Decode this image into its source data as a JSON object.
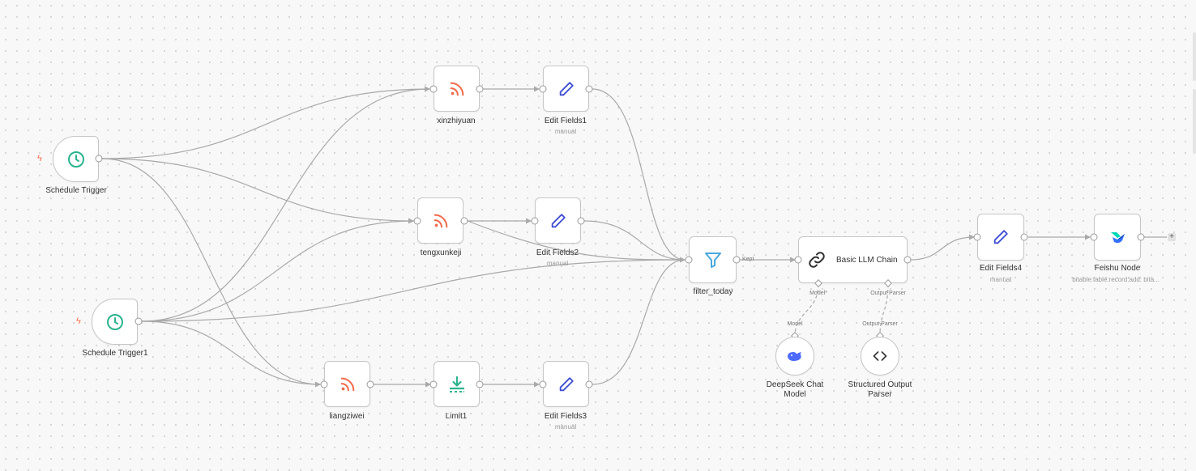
{
  "nodes": {
    "schedule_trigger": {
      "label": "Schedule Trigger"
    },
    "schedule_trigger1": {
      "label": "Schedule Trigger1"
    },
    "xinzhiyuan": {
      "label": "xinzhiyuan"
    },
    "tengxunkeji": {
      "label": "tengxunkeji"
    },
    "liangziwei": {
      "label": "liangziwei"
    },
    "edit_fields1": {
      "label": "Edit Fields1",
      "subtitle": "manual"
    },
    "edit_fields2": {
      "label": "Edit Fields2",
      "subtitle": "manual"
    },
    "edit_fields3": {
      "label": "Edit Fields3",
      "subtitle": "manual"
    },
    "limit1": {
      "label": "Limit1"
    },
    "filter_today": {
      "label": "filter_today",
      "output_label": "Kept"
    },
    "basic_llm_chain": {
      "label": "Basic LLM Chain",
      "model_port": "Model*",
      "parser_port": "Output Parser"
    },
    "deepseek_chat_model": {
      "label": "DeepSeek Chat Model",
      "port": "Model"
    },
    "structured_output_parser": {
      "label": "Structured Output Parser",
      "port": "Output Parser"
    },
    "edit_fields4": {
      "label": "Edit Fields4",
      "subtitle": "manual"
    },
    "feishu_node": {
      "label": "Feishu Node",
      "subtitle": "bitable:table:record:add: bita..."
    }
  },
  "add_button": "+",
  "colors": {
    "edge": "#a9a9a9",
    "clock_icon": "#2bb38f",
    "rss_icon": "#f2694a",
    "pencil_icon": "#3f4ed4",
    "filter_icon": "#4aa8dd",
    "limit_icon": "#2bb38f",
    "trigger_bolt": "#ff6a4d"
  },
  "icons": {
    "trigger": "clock-icon",
    "rss": "rss-icon",
    "edit": "pencil-icon",
    "limit": "download-icon",
    "filter": "funnel-icon",
    "llm": "chain-link-icon",
    "deepseek": "whale-icon",
    "parser": "code-brackets-icon",
    "feishu": "feishu-bird-icon"
  }
}
